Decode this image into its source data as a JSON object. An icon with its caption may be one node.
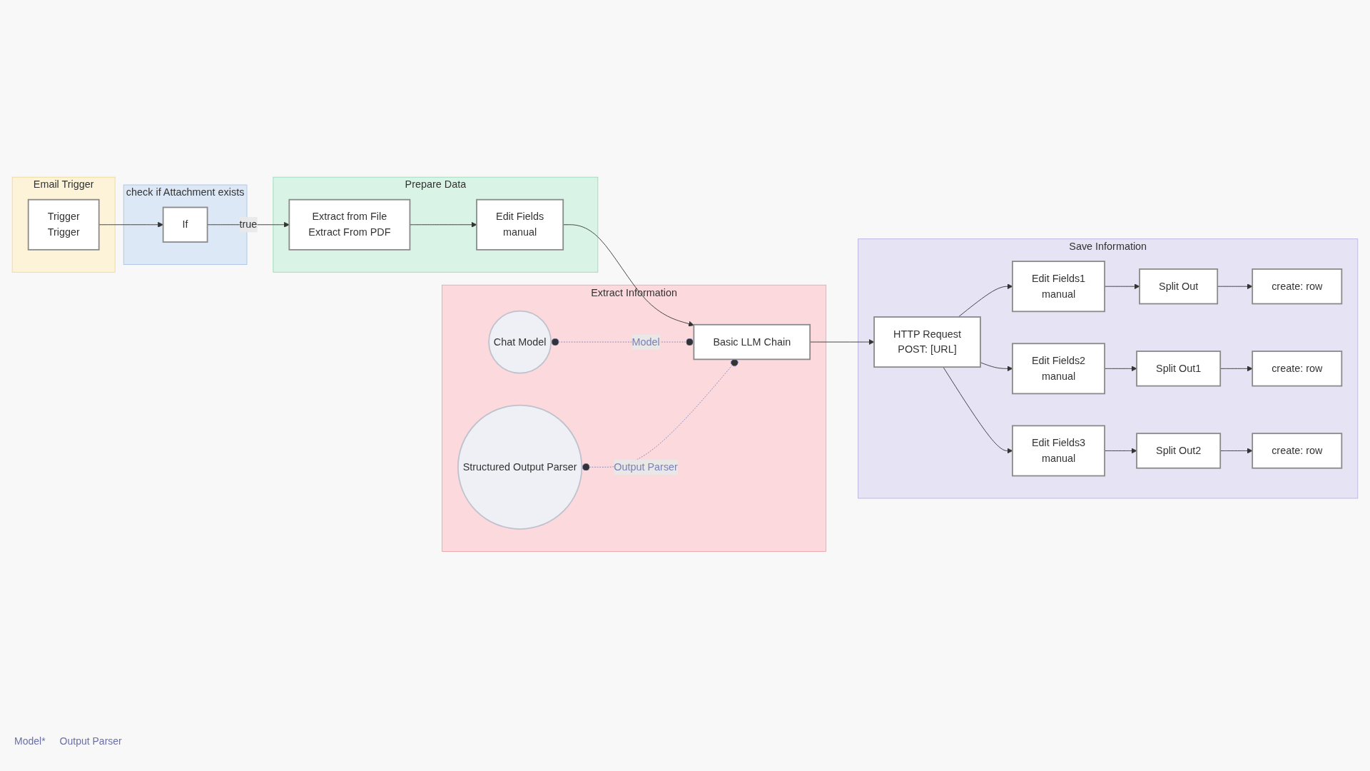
{
  "diagram": {
    "nodes": [
      {
        "text": [
          "Email Trigger"
        ]
      },
      {
        "text": [
          "Trigger",
          "Trigger"
        ],
        "in": 0
      },
      {
        "text": [
          "check if Attachment exists"
        ]
      },
      {
        "text": [
          "If"
        ],
        "in": 2
      },
      {
        "text": [
          "Prepare Data"
        ]
      },
      {
        "text": [
          "Extract from File",
          "Extract From PDF"
        ],
        "in": 4
      },
      {
        "text": [
          "Edit Fields",
          "manual"
        ],
        "in": 4
      },
      {
        "text": [
          "Extract Information"
        ]
      },
      {
        "text": [
          "Basic LLM Chain"
        ],
        "in": 7
      },
      {
        "text": [
          "Chat Model"
        ],
        "in": 7
      },
      {
        "text": [
          "Structured Output Parser"
        ],
        "in": 7
      },
      {
        "text": [
          "Save Information"
        ]
      },
      {
        "text": [
          "HTTP Request",
          "POST: [URL]"
        ],
        "in": 11
      },
      {
        "text": [
          "Edit Fields1",
          "manual"
        ],
        "in": 11
      },
      {
        "text": [
          "Split Out"
        ],
        "in": 11
      },
      {
        "text": [
          "create: row"
        ],
        "in": 11
      },
      {
        "text": [
          "Edit Fields2",
          "manual"
        ],
        "in": 11
      },
      {
        "text": [
          "Split Out1"
        ],
        "in": 11
      },
      {
        "text": [
          "create: row"
        ],
        "in": 11
      },
      {
        "text": [
          "Edit Fields3",
          "manual"
        ],
        "in": 11
      },
      {
        "text": [
          "Split Out2"
        ],
        "in": 11
      },
      {
        "text": [
          "create: row"
        ],
        "in": 11
      }
    ],
    "edges": [
      {
        "from": 1,
        "to": 3,
        "arrow": "to"
      },
      {
        "from": 3,
        "to": 5,
        "arrow": "to",
        "label": "true"
      },
      {
        "from": 5,
        "to": 6,
        "arrow": "to"
      },
      {
        "from": 6,
        "to": 8,
        "arrow": "to"
      },
      {
        "from": 8,
        "to": 12,
        "arrow": "to"
      },
      {
        "from": 9,
        "to": 8,
        "arrow": "other",
        "style": "dashed",
        "color": "#7b7fb8",
        "label": "Model"
      },
      {
        "from": 10,
        "to": 8,
        "arrow": "other",
        "style": "dashed",
        "color": "#7b7fb8",
        "label": "Output Parser"
      },
      {
        "from": 12,
        "to": 13,
        "arrow": "to"
      },
      {
        "from": 12,
        "to": 16,
        "arrow": "to"
      },
      {
        "from": 12,
        "to": 19,
        "arrow": "to"
      },
      {
        "from": 13,
        "to": 14,
        "arrow": "to"
      },
      {
        "from": 14,
        "to": 15,
        "arrow": "to"
      },
      {
        "from": 16,
        "to": 17,
        "arrow": "to"
      },
      {
        "from": 17,
        "to": 18,
        "arrow": "to"
      },
      {
        "from": 19,
        "to": 20,
        "arrow": "to"
      },
      {
        "from": 20,
        "to": 21,
        "arrow": "to"
      }
    ],
    "labels": [
      "Model*",
      "Output Parser"
    ]
  }
}
